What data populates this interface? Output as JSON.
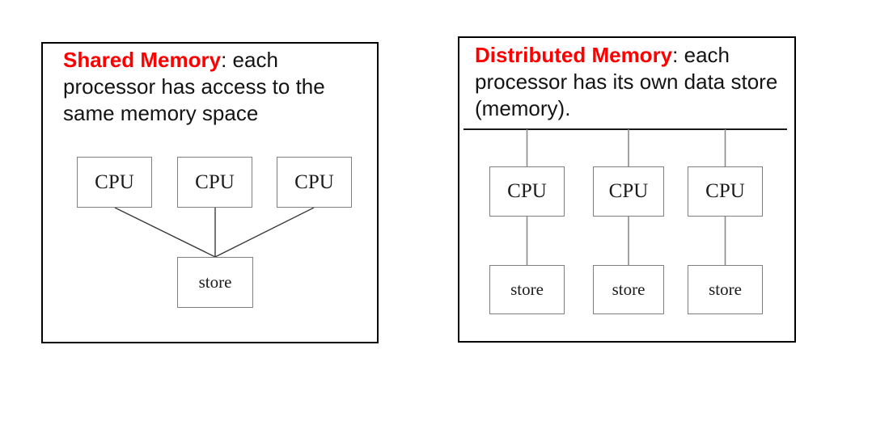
{
  "colors": {
    "title_red": "#ff0000",
    "body_text": "#141414",
    "panel_border": "#000000",
    "box_border": "#808080",
    "bus_line": "#1a1a1a",
    "connector_line": "#3a3a3a"
  },
  "left_panel": {
    "title_lines": [
      {
        "red": "Shared Memory",
        "black": ": each"
      },
      {
        "red": "",
        "black": "processor has access to the"
      },
      {
        "red": "",
        "black": "same memory space"
      }
    ],
    "cpu_labels": [
      "CPU",
      "CPU",
      "CPU"
    ],
    "store_labels": [
      "store"
    ]
  },
  "right_panel": {
    "title_lines": [
      {
        "red": "Distributed Memory",
        "black": ": each"
      },
      {
        "red": "",
        "black": "processor has its own data store"
      },
      {
        "red": "",
        "black": "(memory)."
      }
    ],
    "cpu_labels": [
      "CPU",
      "CPU",
      "CPU"
    ],
    "store_labels": [
      "store",
      "store",
      "store"
    ]
  }
}
